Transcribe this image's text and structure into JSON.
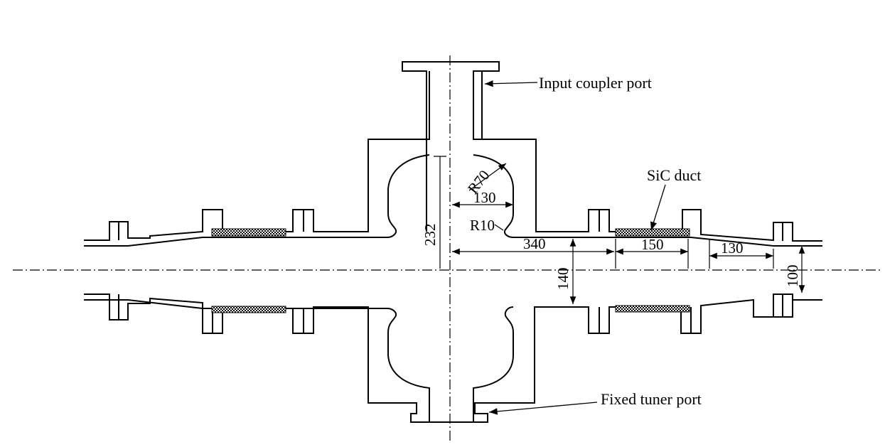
{
  "labels": {
    "input_coupler_port": "Input coupler port",
    "sic_duct": "SiC duct",
    "fixed_tuner_port": "Fixed tuner port"
  },
  "dimensions": {
    "d232": "232",
    "r70": "R70",
    "d130_top": "130",
    "r10": "R10",
    "d340": "340",
    "d150": "150",
    "d130_right": "130",
    "d140": "140",
    "d100": "100"
  }
}
